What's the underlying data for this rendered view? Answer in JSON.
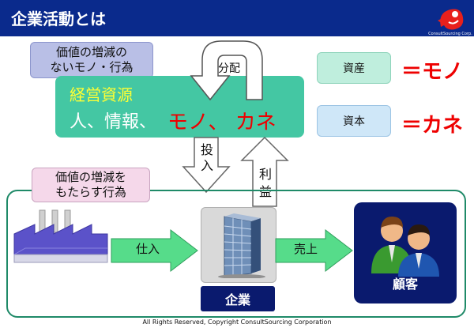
{
  "header": {
    "title": "企業活動とは"
  },
  "left_label": "価値の増減の\nないモノ・行為",
  "resource": {
    "title": "経営資源",
    "items_black": "人、情報、",
    "items_red": "モノ、 カネ"
  },
  "distribution_label": "分配",
  "asset_box": "資産",
  "capital_box": "資本",
  "asset_eq": "＝モノ",
  "capital_eq": "＝カネ",
  "invest_label": "投\n入",
  "profit_label": "利\n益",
  "change_label": "価値の増減を\nもたらす行為",
  "purchase_label": "仕入",
  "sales_label": "売上",
  "company_label": "企業",
  "customer_label": "顧客",
  "footer": "All Rights Reserved, Copyright  ConsultSourcing Corporation",
  "colors": {
    "header": "#0a2a8c",
    "teal": "#44c7a3",
    "arrow_green": "#56dc8a",
    "red": "#ee0000",
    "navy": "#0a1a6e"
  }
}
